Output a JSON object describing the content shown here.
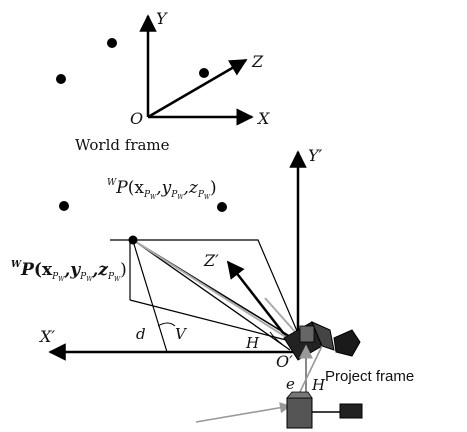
{
  "world": {
    "axis_y": "Y",
    "axis_z": "Z",
    "axis_x": "X",
    "origin": "O",
    "caption": "World frame"
  },
  "project": {
    "axis_y": "Y′",
    "axis_z": "Z′",
    "axis_x": "X′",
    "origin": "O′",
    "caption": "Project frame"
  },
  "points": {
    "p1_prefix": "W",
    "p1_P": "P",
    "p1_args": "(x",
    "p1_sub1": "P",
    "p1_subsub1": "W",
    "p1_comma1": ",y",
    "p1_sub2": "P",
    "p1_subsub2": "W",
    "p1_comma2": ",z",
    "p1_sub3": "P",
    "p1_subsub3": "W",
    "p1_close": ")",
    "p2_prefix": "W",
    "p2_P": "P",
    "p2_args": "(x",
    "p2_sub1": "P",
    "p2_subsub1": "W",
    "p2_comma1": ",y",
    "p2_sub2": "P",
    "p2_subsub2": "W",
    "p2_comma2": ",z",
    "p2_sub3": "P",
    "p2_subsub3": "W",
    "p2_close": ")"
  },
  "labels": {
    "d": "d",
    "V": "V",
    "H_upper": "H",
    "H_lower": "H",
    "e": "e"
  }
}
